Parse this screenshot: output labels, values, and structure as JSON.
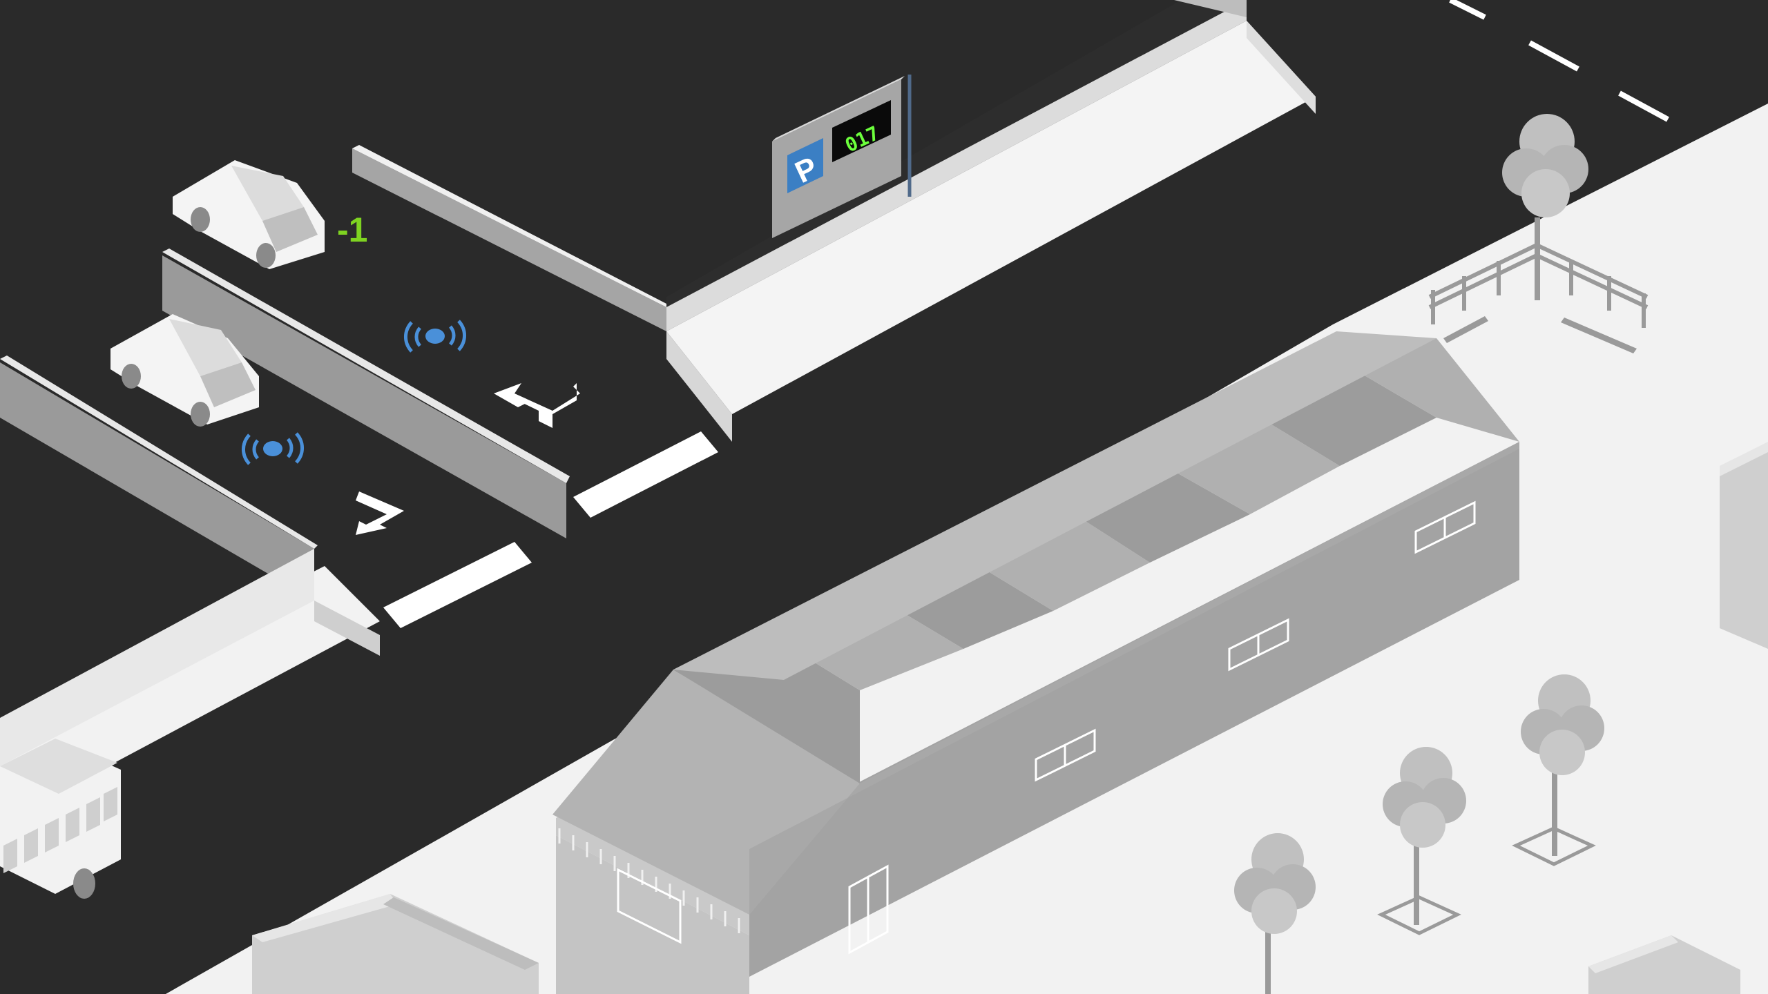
{
  "parking_sign": {
    "symbol": "P",
    "available_count": "017",
    "symbol_color": "#3b7fc4",
    "count_color": "#6cff3c"
  },
  "car_indicator": {
    "delta": "-1",
    "color": "#7ed321"
  },
  "sensors": {
    "icon": "wireless-signal-icon",
    "color": "#4a90d9"
  },
  "colors": {
    "asphalt": "#2a2a2a",
    "sidewalk": "#f2f2f2",
    "building": "#a8a8a8"
  }
}
